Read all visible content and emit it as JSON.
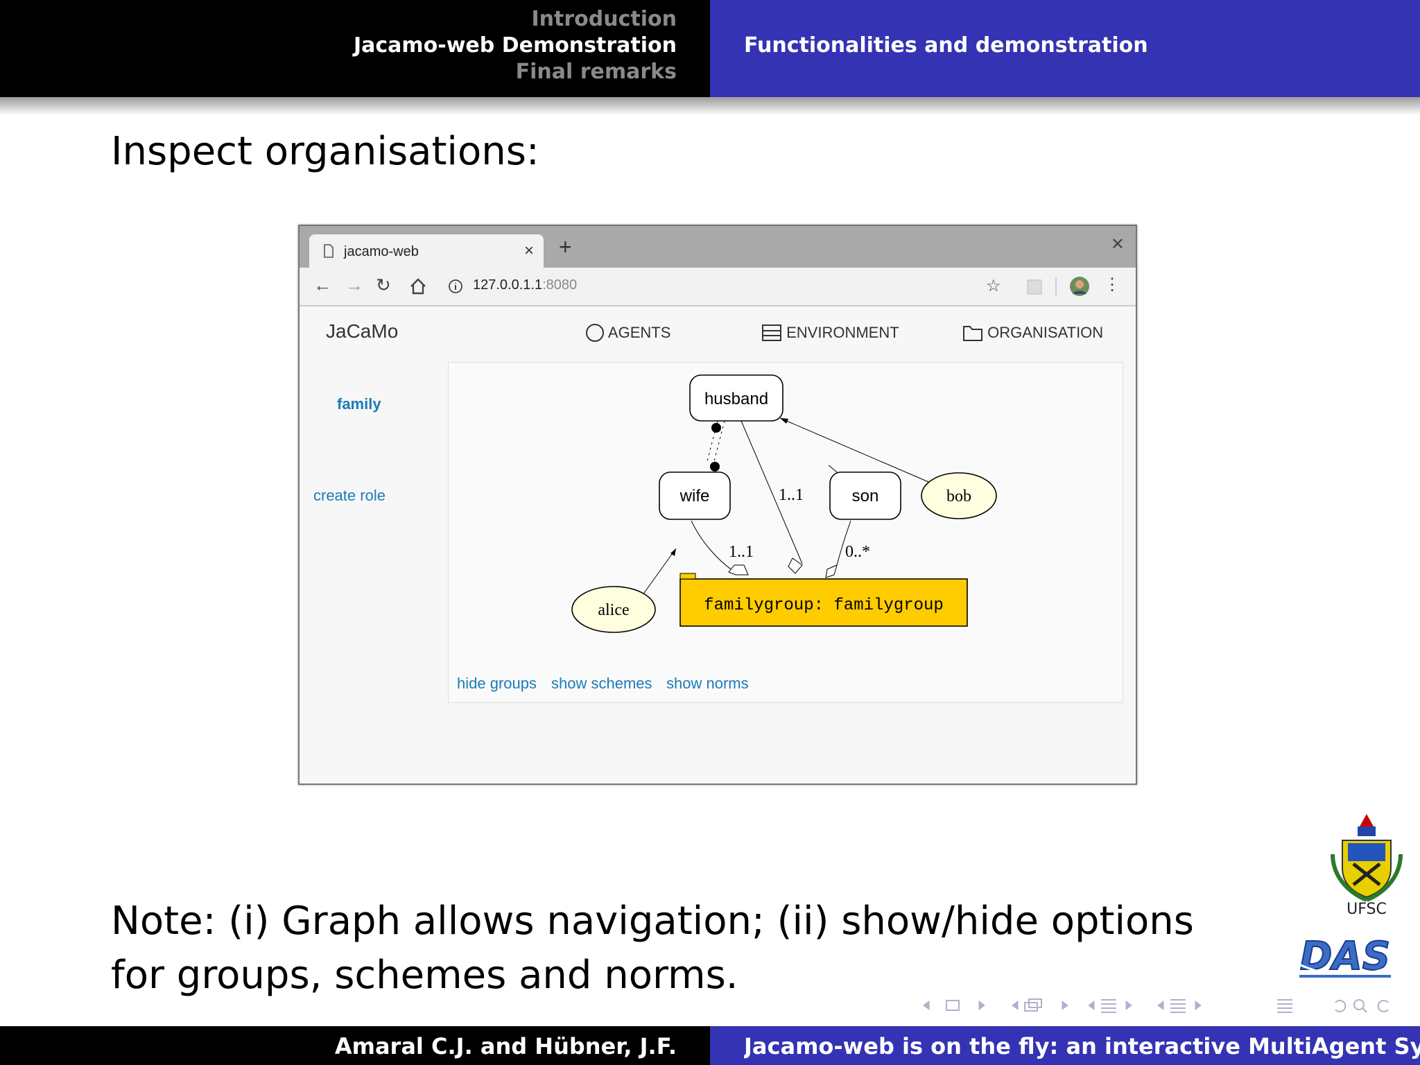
{
  "header": {
    "sections": [
      "Introduction",
      "Jacamo-web Demonstration",
      "Final remarks"
    ],
    "subsection": "Functionalities and demonstration"
  },
  "frame": {
    "title": "Inspect organisations:",
    "note": "Note: (i) Graph allows navigation; (ii) show/hide options for groups, schemes and norms."
  },
  "browser": {
    "tab_title": "jacamo-web",
    "url_host": "127.0.0.1.1",
    "url_port": ":8080",
    "app": {
      "brand": "JaCaMo",
      "menu": [
        "AGENTS",
        "ENVIRONMENT",
        "ORGANISATION"
      ],
      "sidebar": {
        "selected": "family",
        "create": "create role"
      },
      "graph": {
        "roles": [
          "husband",
          "wife",
          "son"
        ],
        "agents": [
          "bob",
          "alice"
        ],
        "group": "familygroup: familygroup",
        "cardinalities": [
          "1..1",
          "1..1",
          "0..*"
        ]
      },
      "links": [
        "hide groups",
        "show schemes",
        "show norms"
      ]
    }
  },
  "footer": {
    "authors": "Amaral C.J. and Hübner, J.F.",
    "title": "Jacamo-web is on the fly: an interactive MultiAgent System IDE"
  },
  "logos": {
    "ufsc": "UFSC",
    "das": "DAS"
  },
  "colors": {
    "header_blue": "#3333b3",
    "link_blue": "#1a7bb8",
    "group_fill": "#ffcc00",
    "agent_fill": "#ffffe0"
  }
}
